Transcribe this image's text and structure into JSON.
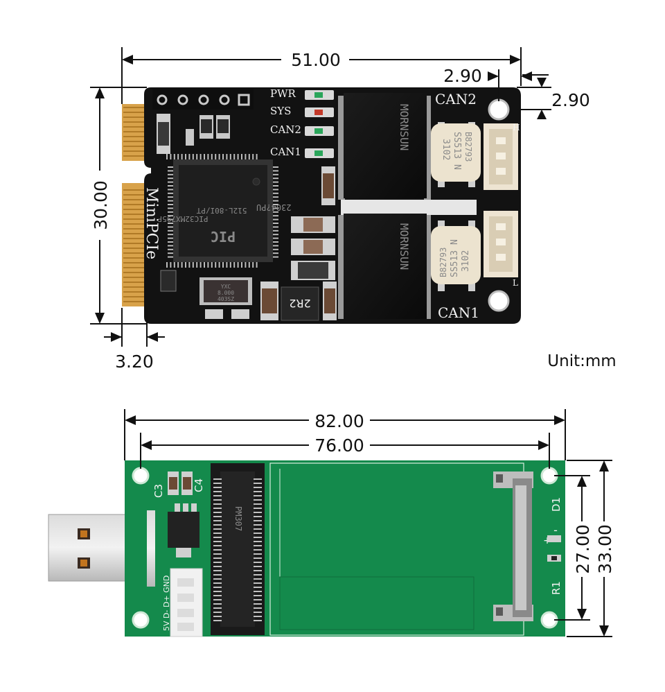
{
  "unit_label": "Unit:mm",
  "top_board": {
    "dims": {
      "width": "51.00",
      "height": "30.00",
      "hole_x": "2.90",
      "hole_y": "2.90",
      "edge": "3.20"
    },
    "silk": {
      "pwr": "PWR",
      "sys": "SYS",
      "can2_led": "CAN2",
      "can1_led": "CAN1",
      "can2": "CAN2",
      "can1": "CAN1",
      "minipcie": "MiniPCIe",
      "h": "H",
      "l": "L"
    },
    "chips": {
      "mcu_brand": "PIC",
      "mcu_line1": "PIC32MX795F",
      "mcu_line2": "512L-80I/PT",
      "mcu_line3": "2304?PU",
      "module_brand": "MORNSUN",
      "iso1": "SS513 N",
      "iso2": "3102",
      "iso_code": "B82793",
      "inductor": "2R2",
      "crystal_1": "YXC",
      "crystal_2": "8.000",
      "crystal_3": "403SZ"
    }
  },
  "bottom_board": {
    "dims": {
      "total_length": "82.00",
      "hole_pitch": "76.00",
      "hole_v": "27.00",
      "width": "33.00"
    },
    "silk": {
      "c3": "C3",
      "c4": "C4",
      "d1": "D1",
      "r1": "R1",
      "header": "5V D- D+ GND",
      "minus": "-",
      "plus": "+"
    },
    "slot_text": "PM307"
  },
  "colors": {
    "pcb_black": "#121212",
    "pcb_green": "#148a4c",
    "gold": "#d8a24a",
    "silkscreen": "#f2f2f2"
  }
}
